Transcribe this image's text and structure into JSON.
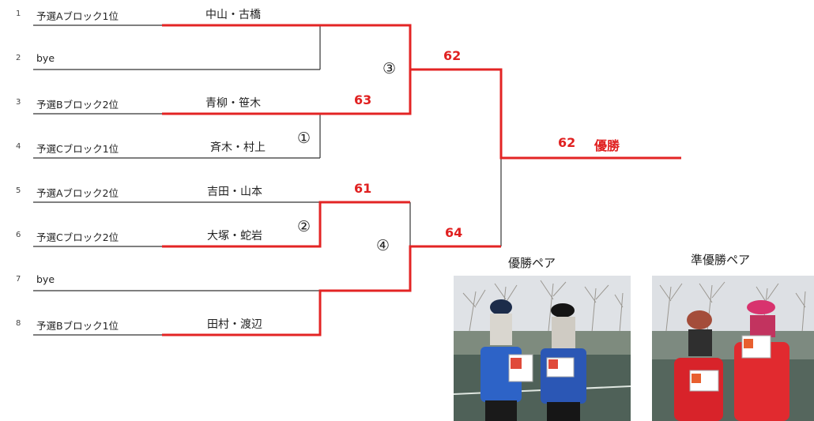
{
  "entries": [
    {
      "seed": "1",
      "block": "予選Aブロック1位",
      "pair": "中山・古橋"
    },
    {
      "seed": "2",
      "block": "bye",
      "pair": ""
    },
    {
      "seed": "3",
      "block": "予選Bブロック2位",
      "pair": "青柳・笹木"
    },
    {
      "seed": "4",
      "block": "予選Cブロック1位",
      "pair": "斉木・村上"
    },
    {
      "seed": "5",
      "block": "予選Aブロック2位",
      "pair": "吉田・山本"
    },
    {
      "seed": "6",
      "block": "予選Cブロック2位",
      "pair": "大塚・蛇岩"
    },
    {
      "seed": "7",
      "block": "bye",
      "pair": ""
    },
    {
      "seed": "8",
      "block": "予選Bブロック1位",
      "pair": "田村・渡辺"
    }
  ],
  "match_labels": {
    "m1": "①",
    "m2": "②",
    "m3": "③",
    "m4": "④"
  },
  "scores": {
    "match1": "63",
    "match2": "61",
    "semi_top": "62",
    "semi_bottom": "64",
    "final": "62",
    "final_label": "優勝"
  },
  "photos": {
    "champion_caption": "優勝ペア",
    "runner_up_caption": "準優勝ペア"
  },
  "colors": {
    "winner_line": "#e32424",
    "line": "#333333",
    "score": "#e02020"
  }
}
